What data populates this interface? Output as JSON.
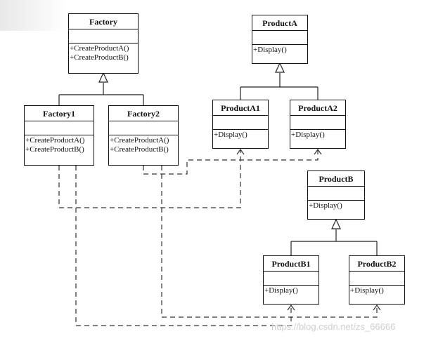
{
  "classes": {
    "factory": {
      "name": "Factory",
      "ops": [
        "+CreateProductA()",
        "+CreateProductB()"
      ]
    },
    "factory1": {
      "name": "Factory1",
      "ops": [
        "+CreateProductA()",
        "+CreateProductB()"
      ]
    },
    "factory2": {
      "name": "Factory2",
      "ops": [
        "+CreateProductA()",
        "+CreateProductB()"
      ]
    },
    "productA": {
      "name": "ProductA",
      "ops": [
        "+Display()"
      ]
    },
    "productA1": {
      "name": "ProductA1",
      "ops": [
        "+Display()"
      ]
    },
    "productA2": {
      "name": "ProductA2",
      "ops": [
        "+Display()"
      ]
    },
    "productB": {
      "name": "ProductB",
      "ops": [
        "+Display()"
      ]
    },
    "productB1": {
      "name": "ProductB1",
      "ops": [
        "+Display()"
      ]
    },
    "productB2": {
      "name": "ProductB2",
      "ops": [
        "+Display()"
      ]
    }
  },
  "watermark": "https://blog.csdn.net/zs_66666"
}
